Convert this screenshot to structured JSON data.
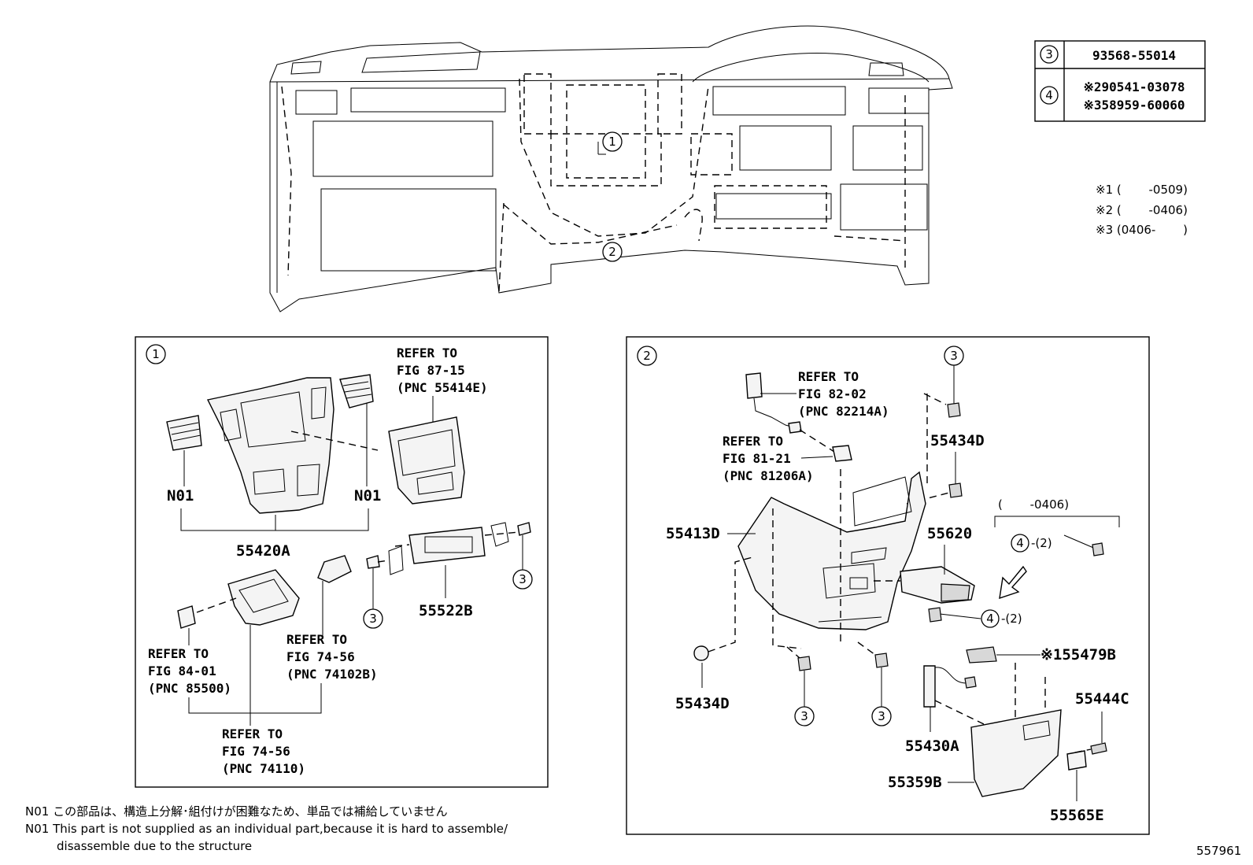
{
  "table": {
    "rows": [
      {
        "ref": "3",
        "lines": [
          "93568-55014"
        ]
      },
      {
        "ref": "4",
        "lines": [
          "※290541-03078",
          "※358959-60060"
        ]
      }
    ]
  },
  "footnotes": [
    "※1 (　　 -0509)",
    "※2 (　　 -0406)",
    "※3 (0406-　　 )"
  ],
  "overview": {
    "callout_1": "1",
    "callout_2": "2"
  },
  "panel1": {
    "id": "1",
    "refer_a": [
      "REFER TO",
      "FIG 87-15",
      "(PNC 55414E)"
    ],
    "n01_left": "N01",
    "n01_right": "N01",
    "part_55420a": "55420A",
    "part_55522b": "55522B",
    "callout_3a": "3",
    "callout_3b": "3",
    "refer_b": [
      "REFER TO",
      "FIG 84-01",
      "(PNC 85500)"
    ],
    "refer_c": [
      "REFER TO",
      "FIG 74-56",
      "(PNC 74102B)"
    ],
    "refer_d": [
      "REFER TO",
      "FIG 74-56",
      "(PNC 74110)"
    ]
  },
  "panel2": {
    "id": "2",
    "refer_e": [
      "REFER TO",
      "FIG 82-02",
      "(PNC 82214A)"
    ],
    "refer_f": [
      "REFER TO",
      "FIG 81-21",
      "(PNC 81206A)"
    ],
    "part_55434d_top": "55434D",
    "part_55413d": "55413D",
    "part_55620": "55620",
    "bracket_note": "(　　 -0406)",
    "callout_4a": "4",
    "qty_a": "-(2)",
    "callout_4b": "4",
    "qty_b": "-(2)",
    "part_55479b": "※155479B",
    "part_55434d_bottom": "55434D",
    "part_55444c": "55444C",
    "part_55430a": "55430A",
    "part_55359b": "55359B",
    "part_55565e": "55565E",
    "callout_3_top": "3",
    "callout_3_b1": "3",
    "callout_3_b2": "3"
  },
  "notes": [
    "N01 この部品は、構造上分解･組付けが困難なため、単品では補給していません",
    "N01 This part is not supplied as an individual part,because it is hard to assemble/",
    "disassemble due to the structure"
  ],
  "figure_number": "557961"
}
